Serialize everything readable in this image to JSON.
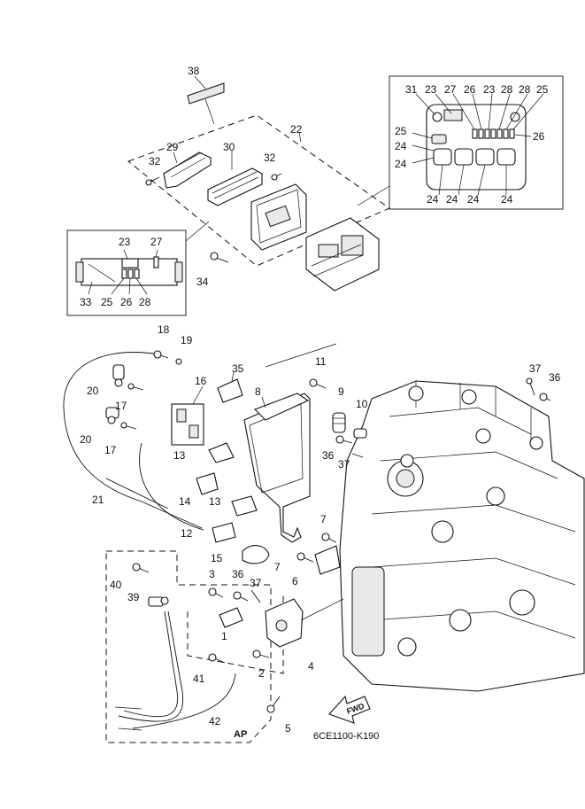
{
  "labels": {
    "l38": "38",
    "l22": "22",
    "l29": "29",
    "l30": "30",
    "l32a": "32",
    "l32b": "32",
    "l34": "34",
    "l35": "35",
    "l18": "18",
    "l19": "19",
    "l16": "16",
    "l8": "8",
    "l11": "11",
    "l9": "9",
    "l10": "10",
    "l20a": "20",
    "l20b": "20",
    "l17a": "17",
    "l17b": "17",
    "l13a": "13",
    "l13b": "13",
    "l14": "14",
    "l12": "12",
    "l15": "15",
    "l21": "21",
    "l36a": "36",
    "l37a": "37",
    "l7a": "7",
    "l7b": "7",
    "l6": "6",
    "l40": "40",
    "l39": "39",
    "l3": "3",
    "l36b": "36",
    "l37b": "37",
    "l1": "1",
    "l2": "2",
    "l4": "4",
    "l41": "41",
    "l42": "42",
    "l5": "5",
    "l37c": "37",
    "l36c": "36"
  },
  "inset_left": {
    "l23": "23",
    "l27": "27",
    "l33": "33",
    "l25": "25",
    "l26": "26",
    "l28": "28"
  },
  "inset_right": {
    "top": [
      "31",
      "23",
      "27",
      "26",
      "23",
      "28",
      "28",
      "25"
    ],
    "l25": "25",
    "l24a": "24",
    "l24b": "24",
    "l26": "26",
    "bottom": [
      "24",
      "24",
      "24",
      "24"
    ]
  },
  "fwd_label": "FWD",
  "ap_label": "AP",
  "diagram_code": "6CE1100-K190"
}
